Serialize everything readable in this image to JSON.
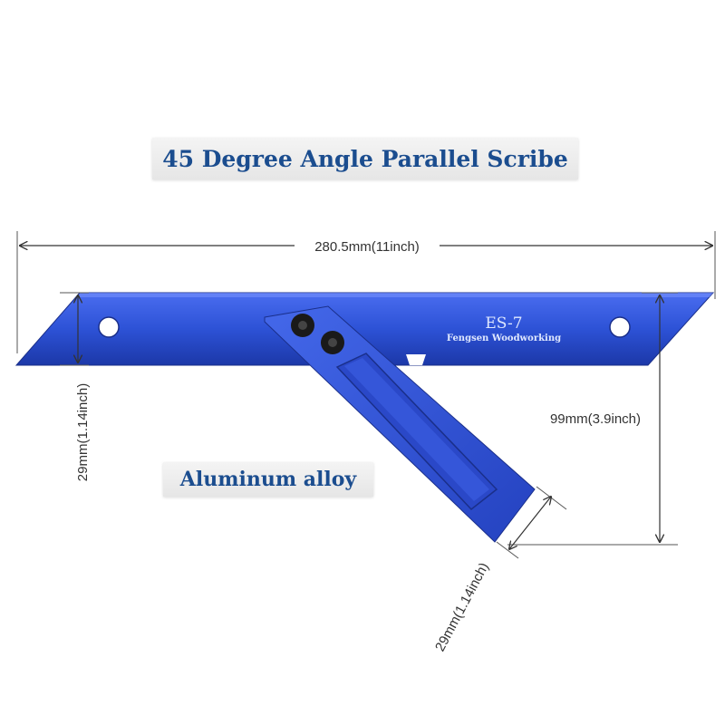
{
  "title": "45 Degree Angle Parallel Scribe",
  "material_label": "Aluminum alloy",
  "engraving": {
    "model": "ES-7",
    "brand": "Fengsen Woodworking"
  },
  "dimensions": {
    "length": "280.5mm(11inch)",
    "ruler_width": "29mm(1.14inch)",
    "height": "99mm(3.9inch)",
    "arm_width": "29mm(1.14inch)"
  },
  "colors": {
    "tool_blue": "#2d52d6",
    "title_text": "#1b4d8f"
  }
}
